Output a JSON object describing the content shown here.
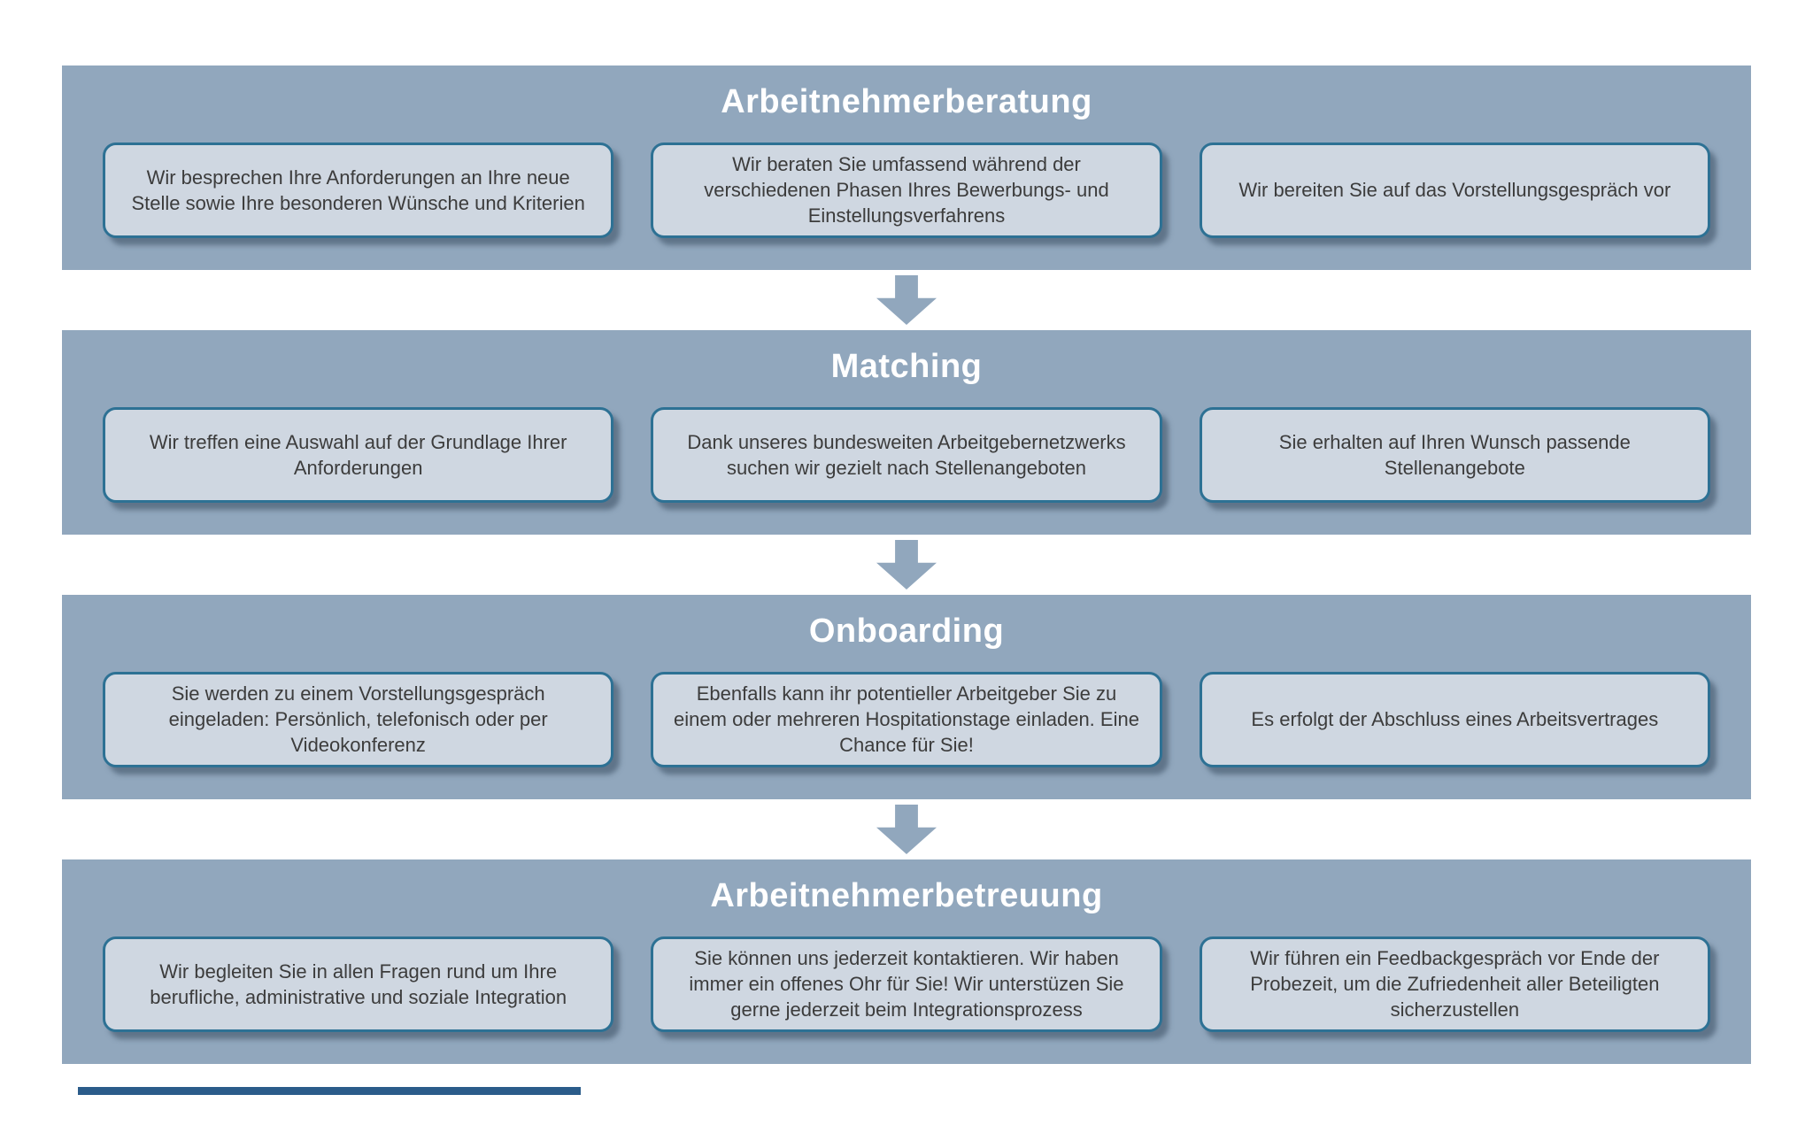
{
  "colors": {
    "band_bg": "#91a7bd",
    "card_bg": "#cfd7e1",
    "card_border": "#2d7194",
    "card_text": "#3c3c3c",
    "title_color": "#ffffff",
    "arrow_color": "#91a7bd",
    "bottom_strip": "#2b5c8a"
  },
  "sections": [
    {
      "title": "Arbeitnehmerberatung",
      "cards": [
        "Wir besprechen Ihre Anforderungen an Ihre neue Stelle sowie Ihre besonderen Wünsche und Kriterien",
        "Wir beraten Sie umfassend während der verschiedenen Phasen Ihres Bewerbungs- und Einstellungsverfahrens",
        "Wir bereiten Sie auf das Vorstellungsgespräch vor"
      ]
    },
    {
      "title": "Matching",
      "cards": [
        "Wir treffen eine Auswahl auf der Grundlage Ihrer Anforderungen",
        "Dank unseres bundesweiten Arbeitgebernetzwerks suchen wir gezielt nach Stellenangeboten",
        "Sie erhalten auf Ihren Wunsch passende Stellenangebote"
      ]
    },
    {
      "title": "Onboarding",
      "cards": [
        "Sie werden zu einem Vorstellungsgespräch eingeladen: Persönlich, telefonisch oder per Videokonferenz",
        "Ebenfalls kann ihr potentieller Arbeitgeber Sie zu einem oder mehreren  Hospitationstage einladen. Eine Chance für Sie!",
        "Es erfolgt der Abschluss eines Arbeitsvertrages"
      ]
    },
    {
      "title": "Arbeitnehmerbetreuung",
      "cards": [
        "Wir begleiten Sie in allen Fragen rund um Ihre berufliche, administrative und soziale Integration",
        "Sie können uns jederzeit kontaktieren. Wir haben immer ein offenes Ohr für Sie! Wir unterstüzen Sie gerne jederzeit beim Integrationsprozess",
        "Wir führen ein Feedbackgespräch vor Ende der Probezeit, um die Zufriedenheit aller Beteiligten sicherzustellen"
      ]
    }
  ]
}
